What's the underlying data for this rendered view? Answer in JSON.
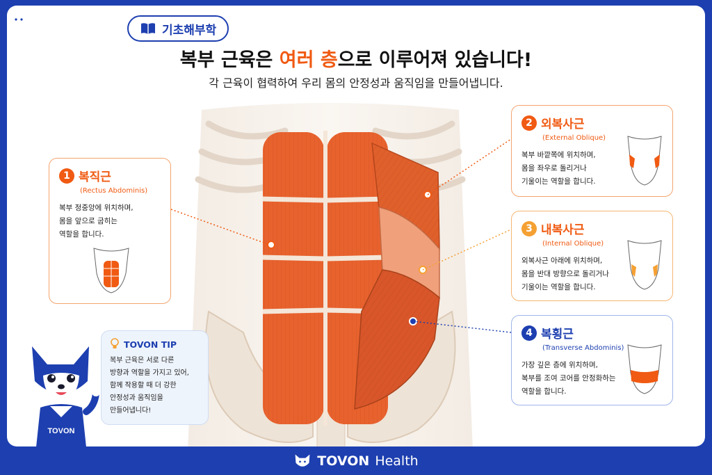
{
  "brand": {
    "name": "TOVON"
  },
  "category": {
    "label": "기초해부학"
  },
  "title": {
    "part1": "복부 근육은 ",
    "highlight": "여러 층",
    "part2": "으로 이루어져 있습니다!"
  },
  "subtitle": "각 근육이 협력하여 우리 몸의 안정성과 움직임을 만들어냅니다.",
  "muscles": [
    {
      "num": "1",
      "name": "복직근",
      "en": "(Rectus Abdominis)",
      "desc": "복부 정중앙에 위치하며,\n몸을 앞으로 굽히는\n역할을 합니다."
    },
    {
      "num": "2",
      "name": "외복사근",
      "en": "(External Oblique)",
      "desc": "복부 바깥쪽에 위치하며,\n몸을 좌우로 돌리거나\n기울이는 역할을 합니다."
    },
    {
      "num": "3",
      "name": "내복사근",
      "en": "(Internal Oblique)",
      "desc": "외복사근 아래에 위치하며,\n몸을 반대 방향으로 돌리거나\n기울이는 역할을 합니다."
    },
    {
      "num": "4",
      "name": "복횡근",
      "en": "(Transverse Abdominis)",
      "desc": "가장 깊은 층에 위치하며,\n복부를 조여 코어를 안정화하는\n역할을 합니다."
    }
  ],
  "tip": {
    "title": "TOVON TIP",
    "text": "복부 근육은 서로 다른\n방향과 역할을 가지고 있어,\n함께 작용할 때 더 강한\n안정성과 움직임을\n만들어냅니다!"
  },
  "mascot": {
    "shirt": "TOVON"
  },
  "footer": {
    "brand": "TOVON",
    "suffix": "Health"
  },
  "colors": {
    "primary": "#1d3fb0",
    "accent": "#f05a12",
    "muscle": "#e8622e"
  }
}
